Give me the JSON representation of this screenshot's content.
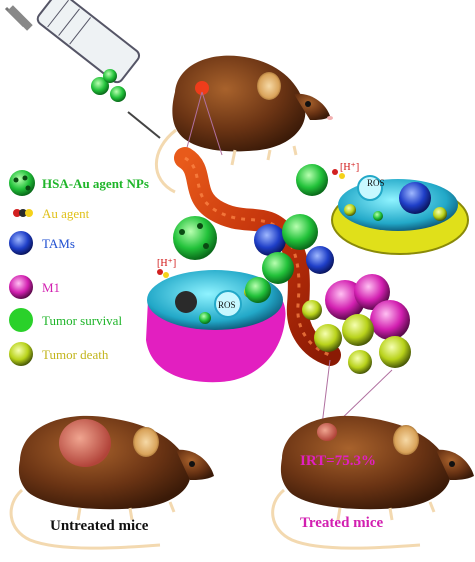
{
  "legend": {
    "nps": "HSA-Au agent NPs",
    "au_agent": "Au agent",
    "tams": "TAMs",
    "m1": "M1",
    "tumor_survival": "Tumor survival",
    "tumor_death": "Tumor death"
  },
  "labels": {
    "proton_top": "[H⁺]",
    "proton_left": "[H⁺]",
    "ros_top": "ROS",
    "ros_left": "ROS",
    "irt": "IRT=75.3%",
    "untreated": "Untreated mice",
    "treated": "Treated mice"
  },
  "colors": {
    "nps_green": "#1fb52a",
    "au_yellow": "#e0c11a",
    "tams_blue": "#1f4fd1",
    "m1_magenta": "#d21fb0",
    "irt_magenta": "#e21fc0",
    "proton_red": "#d01010",
    "mouse_brown": "#6b3414"
  },
  "icons": [
    "syringe-icon",
    "mouse-icon",
    "nanoparticle-icon",
    "macrophage-icon",
    "tumor-cell-icon",
    "blood-vessel-icon"
  ]
}
